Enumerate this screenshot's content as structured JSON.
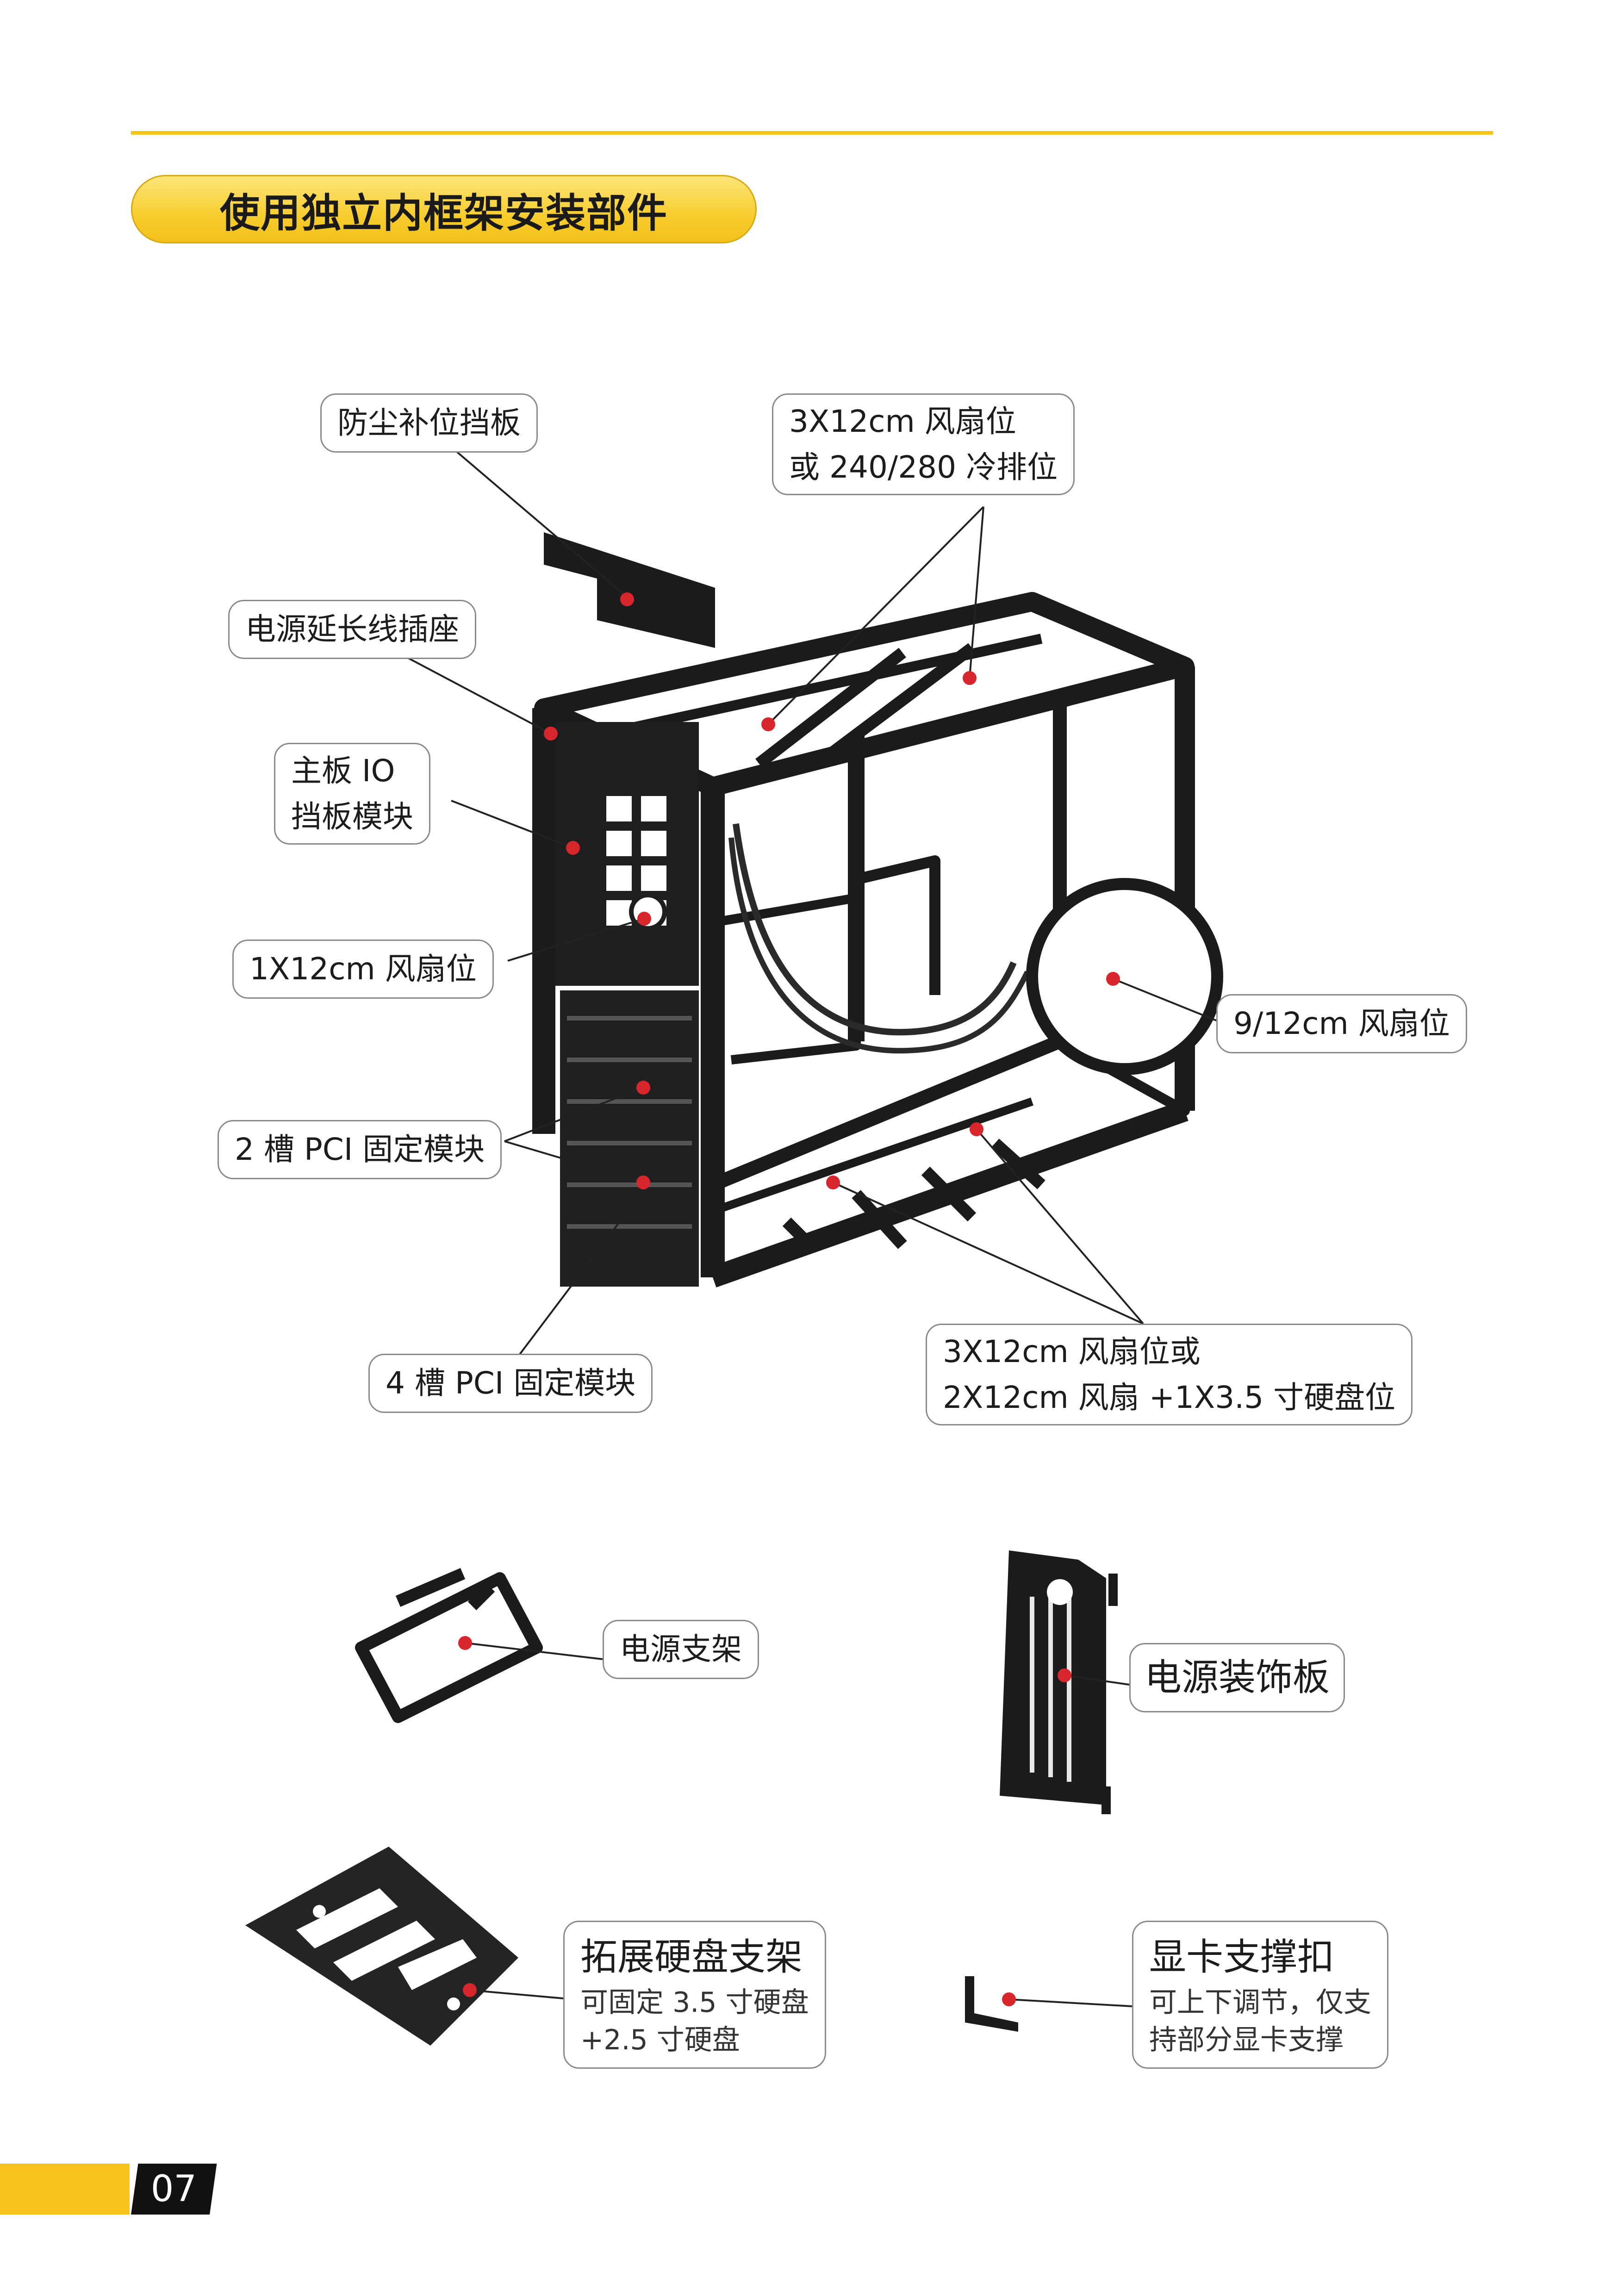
{
  "section_title": "使用独立内框架安装部件",
  "callouts": {
    "dust_plate": "防尘补位挡板",
    "top_fan_line1": "3X12cm 风扇位",
    "top_fan_line2": "或 240/280 冷排位",
    "psu_socket": "电源延长线插座",
    "io_line1": "主板 IO",
    "io_line2": "挡板模块",
    "rear_fan": "1X12cm 风扇位",
    "side_fan": "9/12cm 风扇位",
    "pci2": "2 槽 PCI 固定模块",
    "pci4": "4 槽 PCI 固定模块",
    "bottom_line1": "3X12cm 风扇位或",
    "bottom_line2": "2X12cm 风扇 +1X3.5 寸硬盘位"
  },
  "accessories": {
    "psu_bracket": "电源支架",
    "psu_cover": "电源装饰板",
    "hdd_title": "拓展硬盘支架",
    "hdd_sub1": "可固定 3.5 寸硬盘",
    "hdd_sub2": "+2.5 寸硬盘",
    "gpu_title": "显卡支撑扣",
    "gpu_sub1": "可上下调节，仅支",
    "gpu_sub2": "持部分显卡支撑"
  },
  "page_number": "07",
  "colors": {
    "accent_yellow": "#f5c51c",
    "marker_red": "#d7262c",
    "frame_black": "#1b1b1b"
  }
}
